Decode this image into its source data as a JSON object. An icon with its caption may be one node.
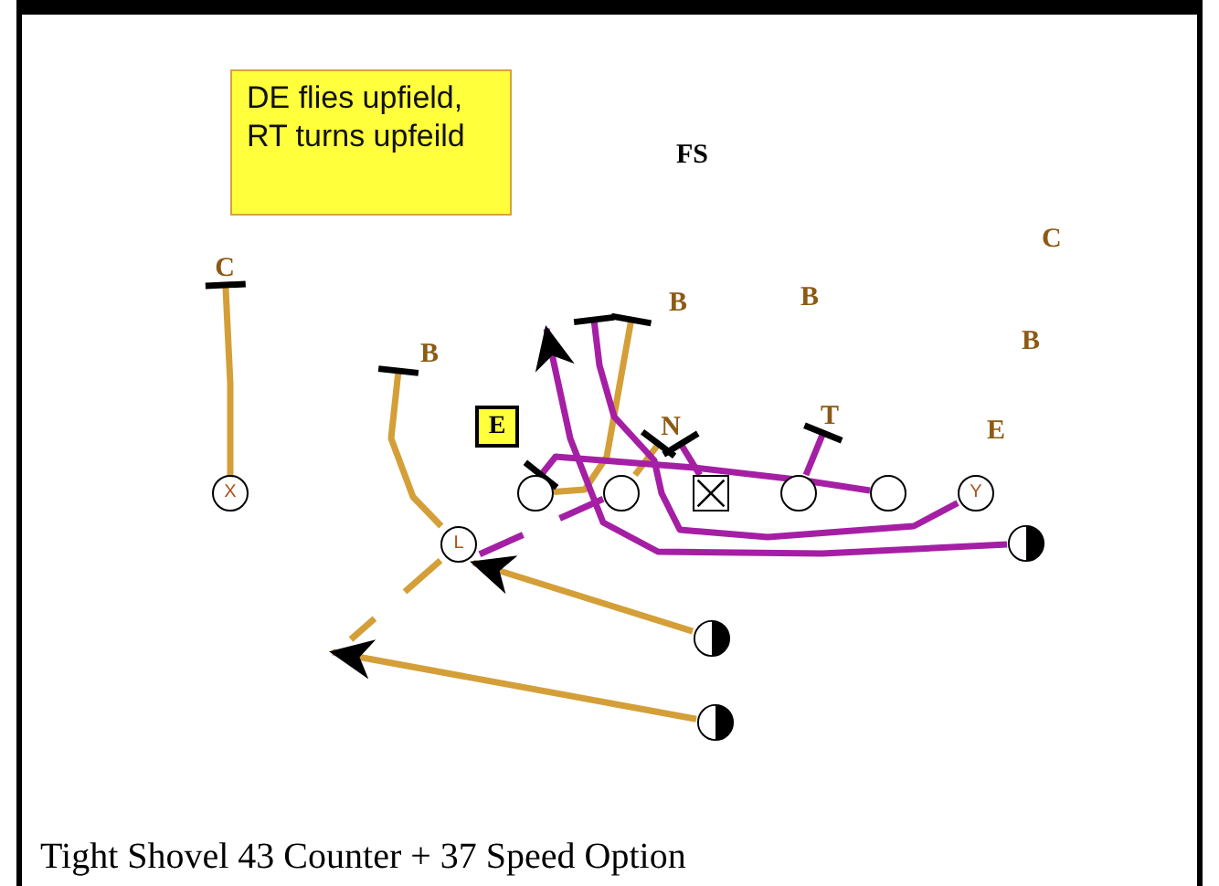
{
  "diagram": {
    "caption": "Tight Shovel 43 Counter + 37 Speed Option",
    "nodes": [
      {
        "text": [
          "DE flies upfield, RT turns upfeild"
        ]
      },
      {
        "text": [
          "C"
        ]
      },
      {
        "text": [
          "B"
        ]
      },
      {
        "text": [
          "B"
        ]
      },
      {
        "text": [
          "E"
        ]
      },
      {
        "text": [
          "N"
        ]
      },
      {
        "text": [
          "T"
        ]
      },
      {
        "text": [
          "X"
        ]
      },
      {
        "text": [
          "L"
        ]
      },
      {
        "text": [],
        "shape": "circle"
      },
      {
        "text": [],
        "shape": "circle"
      },
      {
        "text": [],
        "shape": "box"
      },
      {
        "text": [],
        "shape": "circle"
      },
      {
        "text": [],
        "shape": "circle"
      },
      {
        "text": [
          "Y"
        ]
      },
      {
        "text": [],
        "shape": "circle"
      },
      {
        "text": [],
        "shape": "circle"
      },
      {
        "text": [],
        "shape": "circle"
      }
    ],
    "edges": [
      {
        "from": 7,
        "to": 1,
        "arrow": "other"
      },
      {
        "from": 8,
        "to": 2,
        "arrow": "other"
      },
      {
        "from": 9,
        "to": 3,
        "arrow": "other"
      },
      {
        "from": 10,
        "to": 5,
        "arrow": "other"
      },
      {
        "from": 11,
        "to": 5,
        "arrow": "other",
        "color": "#a51fa5"
      },
      {
        "from": 12,
        "to": 6,
        "arrow": "other",
        "color": "#a51fa5"
      },
      {
        "from": 13,
        "to": 9,
        "arrow": "other",
        "color": "#a51fa5"
      },
      {
        "from": 14,
        "to": 3,
        "arrow": "other",
        "color": "#a51fa5"
      },
      {
        "from": 15,
        "to": null,
        "arrow": "to",
        "color": "#a51fa5"
      },
      {
        "from": 16,
        "to": 8,
        "arrow": "to"
      },
      {
        "from": 17,
        "to": null,
        "arrow": "to"
      },
      {
        "from": 8,
        "to": null,
        "arrow": "none",
        "style": "dashed"
      },
      {
        "from": 10,
        "to": 8,
        "arrow": "none",
        "style": "dashed",
        "color": "#a51fa5"
      }
    ],
    "labels": [
      "FS",
      "C",
      "B",
      "B",
      "E"
    ]
  }
}
